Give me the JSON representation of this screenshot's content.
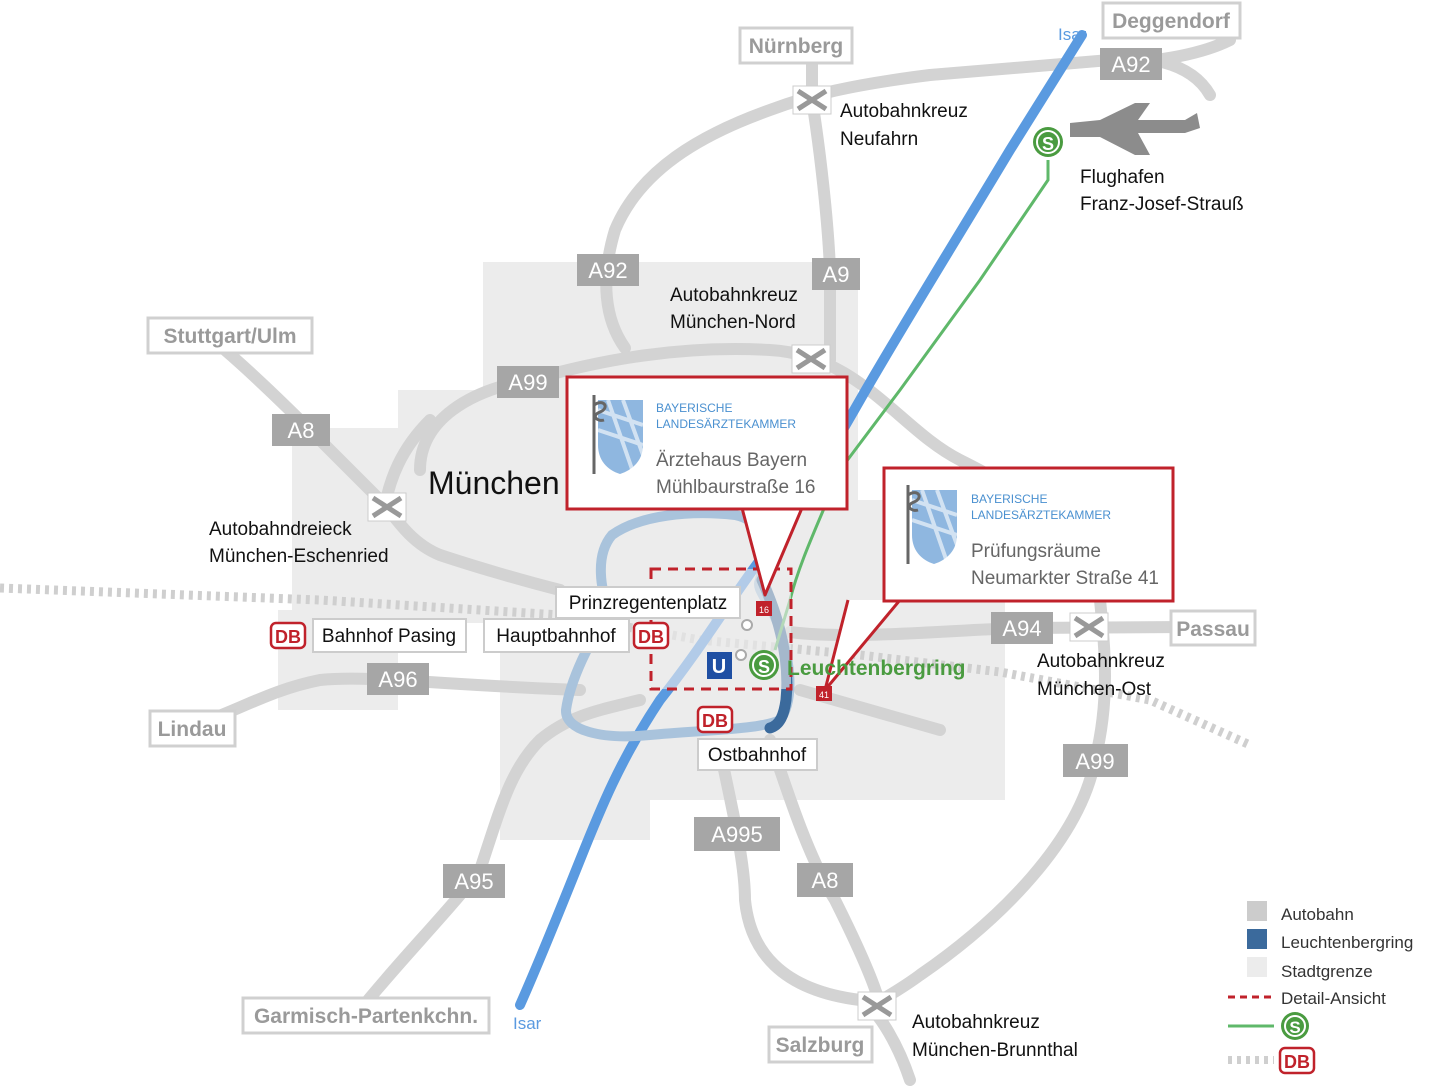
{
  "city": {
    "name": "München"
  },
  "river": {
    "label_north": "Isar",
    "label_south": "Isar"
  },
  "autobahn_labels": {
    "a92_north": "A92",
    "a92_mid": "A92",
    "a9": "A9",
    "a99_north": "A99",
    "a8_west": "A8",
    "a96": "A96",
    "a94": "A94",
    "a99_east": "A99",
    "a995": "A995",
    "a8_south": "A8",
    "a95": "A95"
  },
  "destinations": {
    "deggendorf": "Deggendorf",
    "nuernberg": "Nürnberg",
    "stuttgart": "Stuttgart/Ulm",
    "lindau": "Lindau",
    "passau": "Passau",
    "garmisch": "Garmisch-Partenkchn.",
    "salzburg": "Salzburg"
  },
  "interchanges": {
    "neufahrn": [
      "Autobahnkreuz",
      "Neufahrn"
    ],
    "nord": [
      "Autobahnkreuz",
      "München-Nord"
    ],
    "eschenried": [
      "Autobahndreieck",
      "München-Eschenried"
    ],
    "ost": [
      "Autobahnkreuz",
      "München-Ost"
    ],
    "brunnthal": [
      "Autobahnkreuz",
      "München-Brunnthal"
    ]
  },
  "airport": {
    "name": [
      "Flughafen",
      "Franz-Josef-Strauß"
    ],
    "sbahn": "S"
  },
  "stations": {
    "prinzregentenplatz": "Prinzregentenplatz",
    "pasing": "Bahnhof Pasing",
    "hauptbahnhof": "Hauptbahnhof",
    "ostbahnhof": "Ostbahnhof",
    "leuchtenbergring": "Leuchtenbergring",
    "db": "DB",
    "u": "U",
    "s": "S"
  },
  "markers": {
    "m16": "16",
    "m41": "41"
  },
  "callouts": {
    "aerztehaus": {
      "org_line1": "BAYERISCHE",
      "org_line2": "LANDESÄRZTEKAMMER",
      "name": "Ärztehaus Bayern",
      "address": "Mühlbaurstraße 16"
    },
    "pruefung": {
      "org_line1": "BAYERISCHE",
      "org_line2": "LANDESÄRZTEKAMMER",
      "name": "Prüfungsräume",
      "address": "Neumarkter Straße 41"
    }
  },
  "legend": {
    "autobahn": "Autobahn",
    "leuchtenbergring": "Leuchtenbergring",
    "stadtgrenze": "Stadtgrenze",
    "detail": "Detail-Ansicht",
    "sbahn_symbol": "S",
    "db_symbol": "DB"
  },
  "colors": {
    "road": "#d3d3d3",
    "city_area": "#ececec",
    "river": "#5a9ae0",
    "ring": "#3b6a9c",
    "ring_light": "#a9c3dc",
    "sbahn": "#5fb86a",
    "db_red": "#c0222b",
    "callout_border": "#c0222b",
    "label_grey": "#a6a6a6"
  }
}
